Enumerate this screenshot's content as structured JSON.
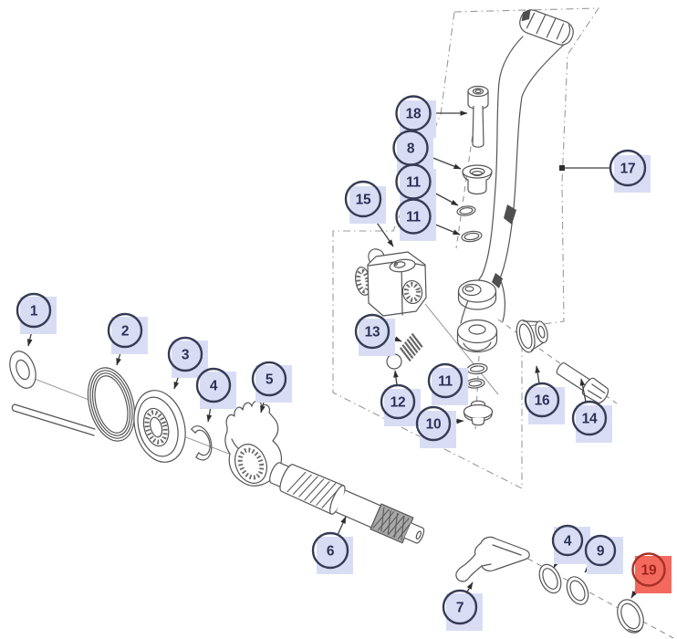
{
  "diagram": {
    "kind": "exploded-parts-diagram",
    "selected_callout": "19"
  },
  "colors": {
    "background": "#ffffff",
    "line_art": "#555555",
    "callout_border": "#363c55",
    "callout_number": "#2b3157",
    "callout_highlight": "#d9ddf4",
    "selected_highlight": "#f4695e",
    "selected_border": "#a63128",
    "selected_number": "#9c241c"
  },
  "callouts": [
    {
      "id": "c1",
      "label": "1",
      "highlighted": false
    },
    {
      "id": "c2",
      "label": "2",
      "highlighted": false
    },
    {
      "id": "c3",
      "label": "3",
      "highlighted": false
    },
    {
      "id": "c4",
      "label": "4",
      "highlighted": false
    },
    {
      "id": "c5",
      "label": "5",
      "highlighted": false
    },
    {
      "id": "c6",
      "label": "6",
      "highlighted": false
    },
    {
      "id": "c7",
      "label": "7",
      "highlighted": false
    },
    {
      "id": "c4b",
      "label": "4",
      "highlighted": false
    },
    {
      "id": "c9",
      "label": "9",
      "highlighted": false
    },
    {
      "id": "c19",
      "label": "19",
      "highlighted": true
    },
    {
      "id": "c18",
      "label": "18",
      "highlighted": false
    },
    {
      "id": "c8",
      "label": "8",
      "highlighted": false
    },
    {
      "id": "c11a",
      "label": "11",
      "highlighted": false
    },
    {
      "id": "c11b",
      "label": "11",
      "highlighted": false
    },
    {
      "id": "c15",
      "label": "15",
      "highlighted": false
    },
    {
      "id": "c17",
      "label": "17",
      "highlighted": false
    },
    {
      "id": "c13",
      "label": "13",
      "highlighted": false
    },
    {
      "id": "c12",
      "label": "12",
      "highlighted": false
    },
    {
      "id": "c11c",
      "label": "11",
      "highlighted": false
    },
    {
      "id": "c10",
      "label": "10",
      "highlighted": false
    },
    {
      "id": "c16",
      "label": "16",
      "highlighted": false
    },
    {
      "id": "c14",
      "label": "14",
      "highlighted": false
    }
  ]
}
